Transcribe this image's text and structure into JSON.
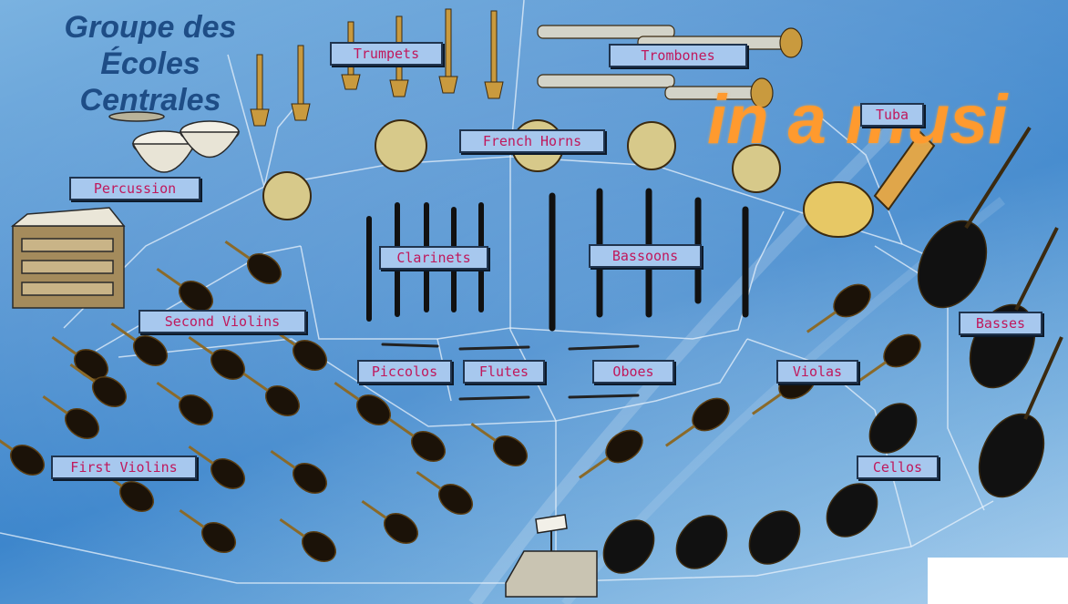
{
  "branding": {
    "line1": "Groupe des",
    "line2": "Écoles",
    "line3": "Centrales"
  },
  "overlay_text": "in a musi",
  "sections": {
    "trumpets": "Trumpets",
    "trombones": "Trombones",
    "tuba": "Tuba",
    "french_horns": "French Horns",
    "percussion": "Percussion",
    "clarinets": "Clarinets",
    "bassoons": "Bassoons",
    "second_violins": "Second Violins",
    "piccolos": "Piccolos",
    "flutes": "Flutes",
    "oboes": "Oboes",
    "violas": "Violas",
    "basses": "Basses",
    "first_violins": "First Violins",
    "cellos": "Cellos"
  }
}
